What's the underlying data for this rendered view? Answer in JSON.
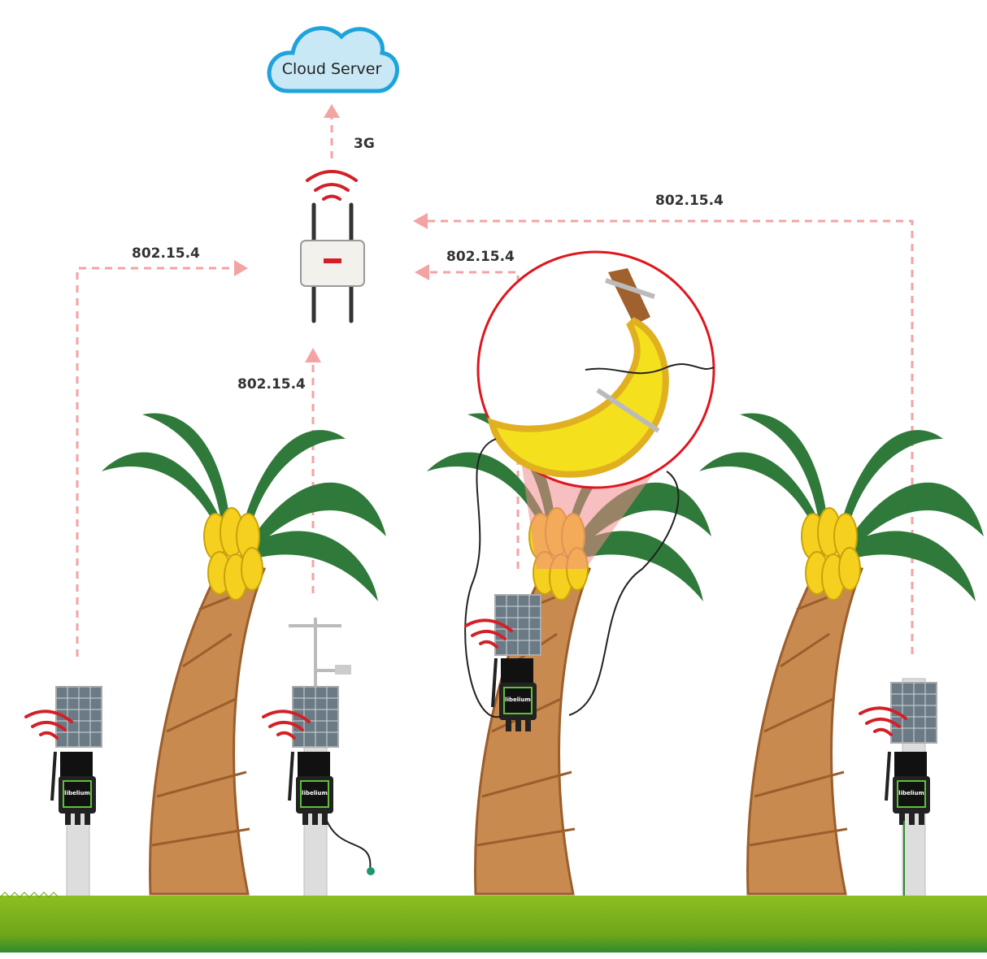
{
  "cloud": {
    "label": "Cloud Server"
  },
  "links": {
    "uplink": "3G",
    "left_node": "802.15.4",
    "weather_node": "802.15.4",
    "center_node": "802.15.4",
    "right_node": "802.15.4"
  },
  "device_brand": "libelium",
  "colors": {
    "link": "#f4a3a3",
    "wifi": "#d32027",
    "cloud_fill": "#c9e8f5",
    "cloud_stroke": "#1ea3dc",
    "leaf": "#2f7a3a",
    "trunk": "#c98a50",
    "banana": "#f5d01e",
    "grass": "#7aab1e",
    "magnifier": "#e0161e"
  }
}
